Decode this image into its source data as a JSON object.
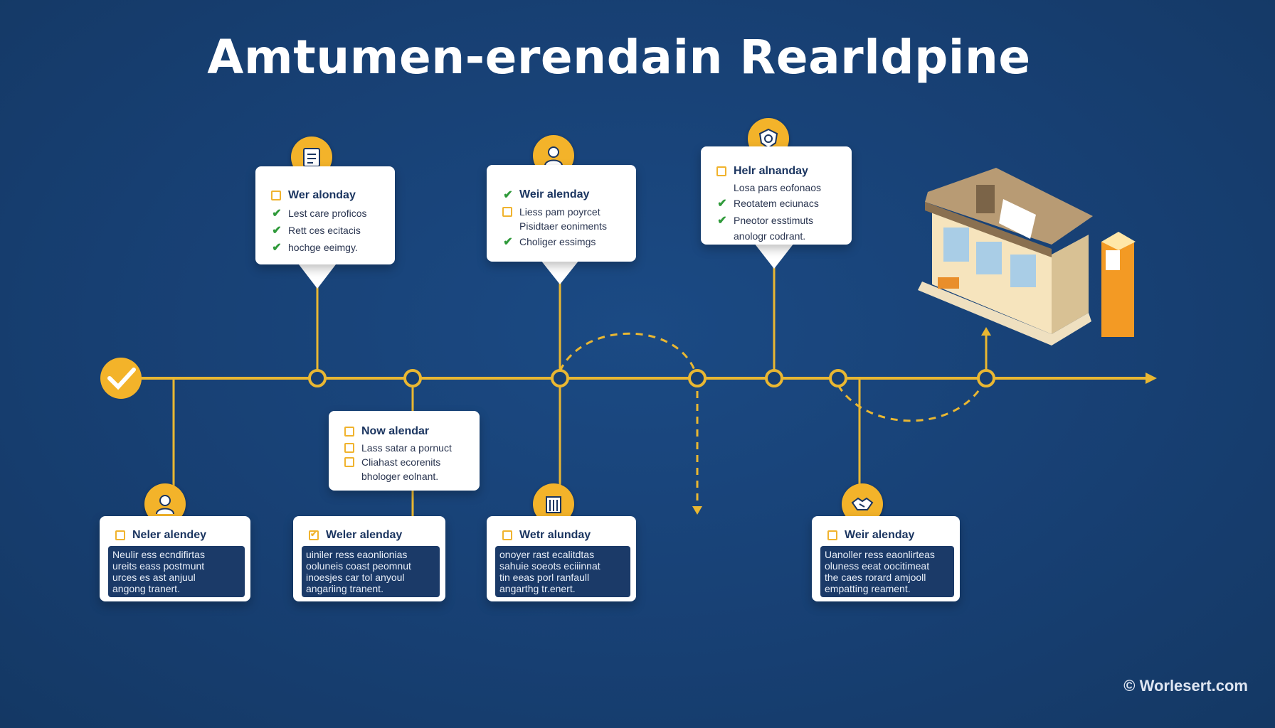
{
  "title": "Amtumen-erendain Rearldpine",
  "watermark": "© Worlesert.com",
  "colors": {
    "background": "#173f72",
    "accent": "#f3b32a",
    "card": "#ffffff",
    "check": "#2f9a3a"
  },
  "top_cards": [
    {
      "icon": "clipboard-icon",
      "heading": "Wer alonday",
      "heading_mark": "box",
      "lines": [
        {
          "mark": "tick",
          "text": "Lest care proficos"
        },
        {
          "mark": "tick",
          "text": "Rett ces ecitacis"
        },
        {
          "mark": "tick",
          "text": "hochge eeimgy."
        }
      ]
    },
    {
      "icon": "person-icon",
      "heading": "Weir alenday",
      "heading_mark": "tick",
      "lines": [
        {
          "mark": "box",
          "text": "Liess pam poyrcet"
        },
        {
          "mark": "",
          "text": "Pisidtaer eoniments"
        },
        {
          "mark": "tick",
          "text": "Choliger essimgs"
        }
      ]
    },
    {
      "icon": "shield-icon",
      "heading": "Helr alnanday",
      "heading_mark": "box",
      "lines": [
        {
          "mark": "",
          "text": "Losa pars eofonaos"
        },
        {
          "mark": "tick",
          "text": "Reotatem eciunacs"
        },
        {
          "mark": "tick",
          "text": "Pneotor esstimuts"
        },
        {
          "mark": "",
          "text": "anologr codrant."
        }
      ]
    }
  ],
  "mid_card": {
    "heading": "Now alendar",
    "lines": [
      {
        "mark": "box",
        "text": "Lass satar a pornuct"
      },
      {
        "mark": "box",
        "text": "Cliahast ecorenits"
      },
      {
        "mark": "",
        "text": "bhologer eolnant."
      }
    ]
  },
  "bottom_cards": [
    {
      "icon": "person-icon",
      "heading": "Neler alendey",
      "heading_mark": "box",
      "text": [
        "Neulir ess ecndifirtas",
        "ureits eass postmunt",
        "urces es ast anjuul",
        "angong tranert."
      ]
    },
    {
      "icon": "",
      "heading": "Weler alenday",
      "heading_mark": "check-box",
      "text": [
        "uiniler ress eaonlionias",
        "ooluneis coast peomnut",
        "inoesjes car tol anyoul",
        "angariing tranent."
      ]
    },
    {
      "icon": "building-icon",
      "heading": "Wetr alunday",
      "heading_mark": "box",
      "text": [
        "onoyer rast ecalitdtas",
        "sahuie soeots eciiinnat",
        "tin eeas porl ranfaull",
        "angarthg tr.enert."
      ]
    },
    {
      "icon": "handshake-icon",
      "heading": "Weir alenday",
      "heading_mark": "box",
      "text": [
        "Uanoller ress eaonlirteas",
        "oluness eeat oocitimeat",
        "the caes rorard amjooll",
        "empatting reament."
      ]
    }
  ]
}
